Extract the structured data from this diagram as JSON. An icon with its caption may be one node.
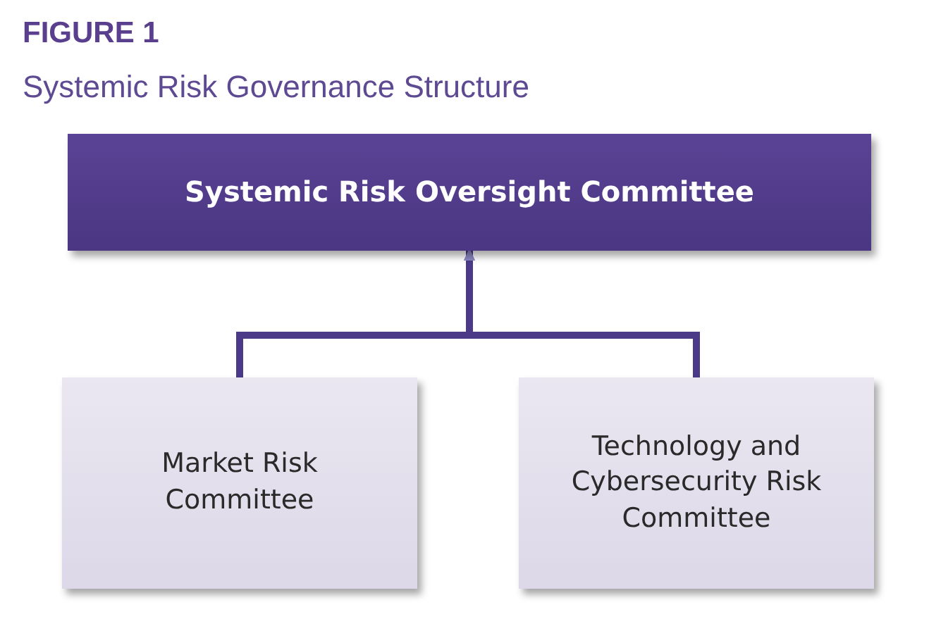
{
  "diagram": {
    "title": "FIGURE 1",
    "caption": "Systemic Risk Governance Structure",
    "nodes": [
      {
        "text": [
          "Systemic Risk Oversight Committee"
        ]
      },
      {
        "text": [
          "Market Risk Committee"
        ]
      },
      {
        "text": [
          "Technology and Cybersecurity Risk Committee"
        ]
      }
    ],
    "edges": [
      {
        "from": 1,
        "to": 0,
        "arrow": "to"
      },
      {
        "from": 2,
        "to": 0,
        "arrow": "to"
      }
    ]
  }
}
